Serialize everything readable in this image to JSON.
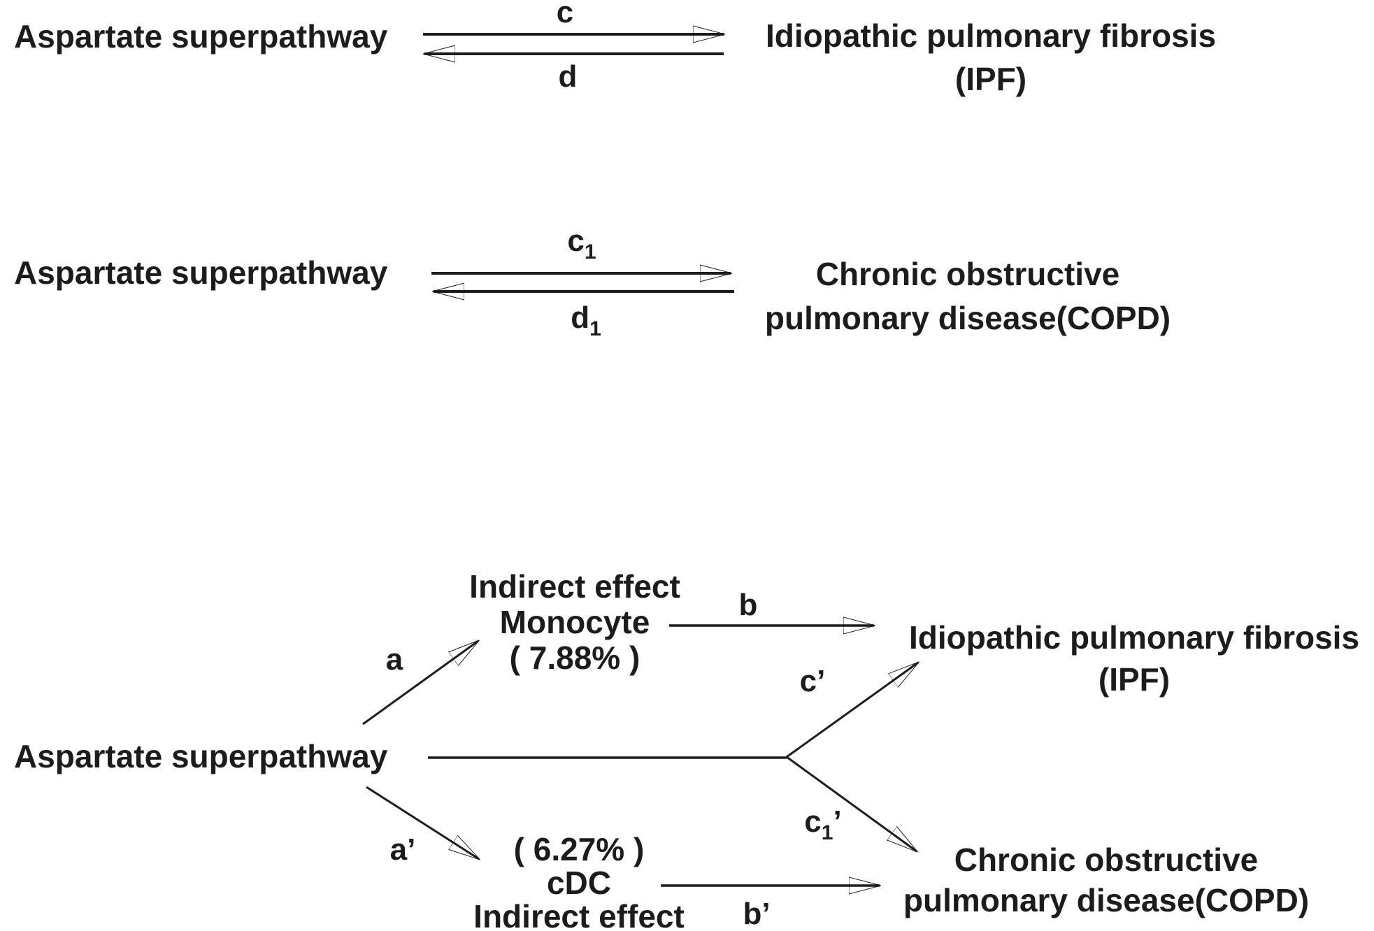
{
  "colors": {
    "background": "#ffffff",
    "ink": "#1c1c1c"
  },
  "panel_top": {
    "source": "Aspartate superpathway",
    "target_line1": "Idiopathic pulmonary fibrosis",
    "target_line2": "(IPF)",
    "forward_label": "c",
    "reverse_label": "d"
  },
  "panel_middle": {
    "source": "Aspartate superpathway",
    "target_line1": "Chronic obstructive",
    "target_line2": "pulmonary disease(COPD)",
    "forward_label_base": "c",
    "forward_label_sub": "1",
    "reverse_label_base": "d",
    "reverse_label_sub": "1"
  },
  "panel_bottom": {
    "source": "Aspartate superpathway",
    "monocyte_line1": "Indirect effect",
    "monocyte_line2": "Monocyte",
    "monocyte_line3": "( 7.88% )",
    "cdc_line1": "( 6.27% )",
    "cdc_line2": "cDC",
    "cdc_line3": "Indirect effect",
    "ipf_line1": "Idiopathic pulmonary fibrosis",
    "ipf_line2": "(IPF)",
    "copd_line1": "Chronic obstructive",
    "copd_line2": "pulmonary disease(COPD)",
    "label_a": "a",
    "label_b": "b",
    "label_a_prime": "a’",
    "label_b_prime": "b’",
    "label_c_prime": "c’",
    "label_c1_prime_base": "c",
    "label_c1_prime_sub": "1",
    "label_c1_prime_mark": "’"
  }
}
